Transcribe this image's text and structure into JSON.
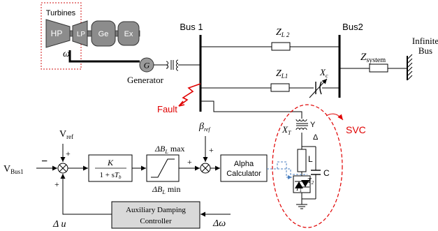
{
  "turbines": {
    "group_label": "Turbines",
    "hp": "HP",
    "lp": "LP",
    "ge": "Ge",
    "ex": "Ex"
  },
  "machine": {
    "omega": "ω",
    "gen_symbol": "G",
    "generator_label": "Generator"
  },
  "buses": {
    "bus1": "Bus 1",
    "bus2": "Bus2",
    "infinite_line1": "Infinite",
    "infinite_line2": "Bus"
  },
  "impedances": {
    "zl2_main": "Z",
    "zl2_sub": "L 2",
    "zl1_main": "Z",
    "zl1_sub": "L1",
    "zsys_main": "Z",
    "zsys_sub": "system",
    "xc_main": "X",
    "xc_sub": "c"
  },
  "fault": {
    "label": "Fault"
  },
  "svc": {
    "label": "SVC",
    "xt_main": "X",
    "xt_sub": "T",
    "y": "Y",
    "delta": "Δ",
    "l": "L",
    "c": "C",
    "t1_main": "T",
    "t1_sub": "1",
    "t2_main": "T",
    "t2_sub": "2"
  },
  "control": {
    "vref_main": "V",
    "vref_sub": "ref",
    "vbus_main": "V",
    "vbus_sub": "Bus1",
    "minus": "−",
    "plus": "+",
    "gain_num": "K",
    "gain_den_a": "1 + s",
    "gain_den_b": "T",
    "gain_den_sub": "b",
    "dbl_max_a": "ΔB",
    "dbl_max_sub": "L",
    "dbl_max_b": "max",
    "dbl_min_a": "ΔB",
    "dbl_min_sub": "L",
    "dbl_min_b": "min",
    "beta_main": "β",
    "beta_sub": "ref",
    "alpha_line1": "Alpha",
    "alpha_line2": "Calculator",
    "aux_line1": "Auxiliary Damping",
    "aux_line2": "Controller",
    "du": "Δ u",
    "domega": "Δω"
  },
  "colors": {
    "line": "#000000",
    "machine_fill": "#8c8c8c",
    "machine_stroke": "#333333",
    "fault": "#e00000",
    "svc_boundary": "#e00000",
    "firing_signal": "#4a7fc0",
    "aux_fill": "#d9d9d9"
  }
}
